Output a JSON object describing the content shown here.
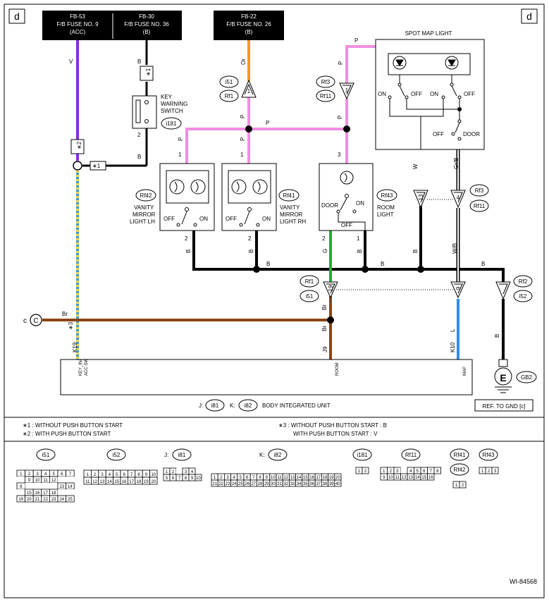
{
  "corner_labels": {
    "left": "d",
    "right": "d"
  },
  "fuses": [
    {
      "id": "FB-53",
      "name": "F/B FUSE NO. 9",
      "note": "(ACC)"
    },
    {
      "id": "FB-30",
      "name": "F/B FUSE NO. 36",
      "note": "(B)"
    },
    {
      "id": "FB-22",
      "name": "F/B FUSE NO. 26",
      "note": "(B)"
    }
  ],
  "components": {
    "spot_map_light": "SPOT MAP LIGHT",
    "key_warning_switch": [
      "KEY",
      "WARNING",
      "SWITCH"
    ],
    "vanity_lh": [
      "VANITY",
      "MIRROR",
      "LIGHT LH"
    ],
    "vanity_rh": [
      "VANITY",
      "MIRROR",
      "LIGHT RH"
    ],
    "room_light": [
      "ROOM",
      "LIGHT"
    ],
    "body_integrated_unit": "BODY INTEGRATED UNIT",
    "ground_letter": "E"
  },
  "switch_labels": {
    "on": "ON",
    "off": "OFF",
    "door": "DOOR"
  },
  "connector_ids": {
    "i181": "i181",
    "i51": "i51",
    "i52": "i52",
    "i81": "i81",
    "i82": "i82",
    "Rf1": "Rf1",
    "Rf2": "Rf2",
    "Rf3": "Rf3",
    "Rf11": "Rf11",
    "Rf41": "Rf41",
    "Rf42": "Rf42",
    "Rf43": "Rf43",
    "GB2": "GB2"
  },
  "wire_colors_text": {
    "V": "V",
    "B": "B",
    "Or": "Or",
    "P": "P",
    "Br": "Br",
    "G": "G",
    "W": "W",
    "GrB": "Gr/B",
    "WB": "W/B",
    "L": "L"
  },
  "pin_numbers": {
    "n1": "1",
    "n2": "2",
    "n3": "3",
    "n4": "4",
    "n13": "13",
    "n19": "19",
    "n9": "9"
  },
  "markers": {
    "star1": "∗1",
    "star2": "∗2",
    "star3": "∗3",
    "c": "c",
    "c_circle": "C"
  },
  "terminals": {
    "K19": "K19",
    "J9": "J9",
    "K10": "K10",
    "key_in": "KEY_IN/",
    "acc_sw": "ACC SW",
    "room": "ROOM",
    "map": "MAP"
  },
  "unit_connectors": {
    "J": "J:",
    "K": "K:"
  },
  "ref_gnd": "REF. TO GND [c]",
  "notes": [
    "∗1 : WITHOUT PUSH BUTTON START",
    "∗2 : WITH PUSH BUTTON START",
    "∗3 : WITHOUT PUSH BUTTON START : B",
    "WITH PUSH BUTTON START : V"
  ],
  "connector_table": {
    "i51_label": "i51",
    "i52_label": "i52",
    "i81_label": "i81",
    "i82_label": "i82",
    "i181_label": "i181",
    "Rf11_label": "Rf11",
    "Rf41_label": "Rf41",
    "Rf42_label": "Rf42",
    "Rf43_label": "Rf43",
    "J_prefix": "J:",
    "K_prefix": "K:",
    "i51_rows": [
      [
        "1",
        "2",
        "3",
        "4",
        "5",
        "6",
        "7"
      ],
      [
        "",
        "9",
        "10",
        "11",
        "12",
        "",
        ""
      ],
      [
        "8",
        "",
        "",
        "",
        "",
        "13",
        "14"
      ],
      [
        "",
        "15",
        "16",
        "17",
        "18",
        "",
        ""
      ],
      [
        "19",
        "20",
        "21",
        "22",
        "23",
        "24",
        "25"
      ]
    ],
    "i52_rows": [
      [
        "1",
        "2",
        "3",
        "4",
        "5",
        "6",
        "7",
        "8",
        "9",
        "10"
      ],
      [
        "11",
        "12",
        "13",
        "14",
        "15",
        "16",
        "17",
        "18",
        "19",
        "20"
      ]
    ],
    "i81_rows": [
      [
        "1",
        "2",
        "",
        "3",
        "4"
      ],
      [
        "5",
        "6",
        "7",
        "8",
        "9",
        "10"
      ]
    ],
    "i82_rows": [
      [
        "1",
        "2",
        "3",
        "4",
        "5",
        "6",
        "7",
        "8",
        "9",
        "10",
        "11",
        "12",
        "13",
        "14",
        "15",
        "16",
        "17",
        "18",
        "19",
        "20"
      ],
      [
        "21",
        "22",
        "23",
        "24",
        "25",
        "26",
        "27",
        "28",
        "29",
        "30",
        "31",
        "32",
        "33",
        "34",
        "35",
        "36",
        "37",
        "38",
        "39",
        "40"
      ]
    ],
    "i181_rows": [
      [
        "1",
        "2"
      ]
    ],
    "Rf11_rows": [
      [
        "1",
        "2",
        "3",
        "",
        "4",
        "5",
        "6",
        "7",
        "8"
      ],
      [
        "9",
        "10",
        "11",
        "12",
        "13",
        "14",
        "15",
        "16"
      ]
    ],
    "Rf41_rows": [
      [
        "1",
        "2"
      ]
    ],
    "Rf43_rows": [
      [
        "1",
        "2",
        "3"
      ]
    ]
  },
  "footer_code": "WI-84568"
}
